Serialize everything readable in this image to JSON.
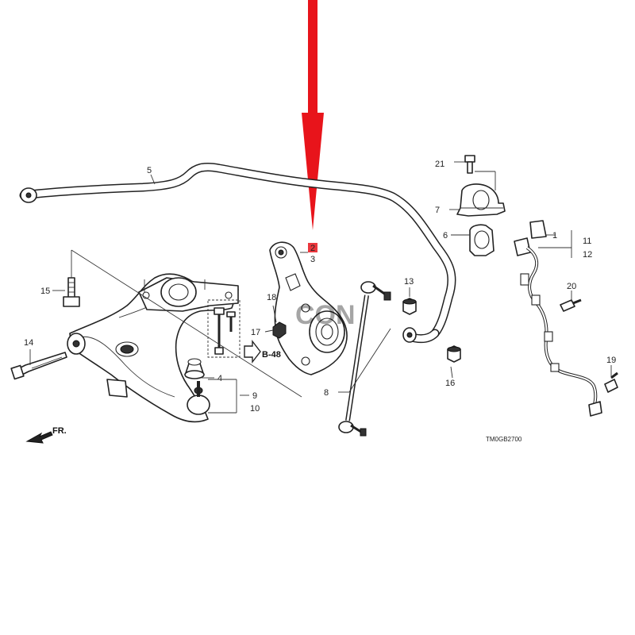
{
  "diagram": {
    "code": "TM0GB2700",
    "watermark": "CON",
    "direction_label": "FR.",
    "reference_label": "B-48",
    "accent_color": "#e8141b",
    "callouts": {
      "c1": "1",
      "c2": "2",
      "c3": "3",
      "c4": "4",
      "c5": "5",
      "c6": "6",
      "c7": "7",
      "c8": "8",
      "c9": "9",
      "c10": "10",
      "c11": "11",
      "c12": "12",
      "c13": "13",
      "c14": "14",
      "c15": "15",
      "c16": "16",
      "c17": "17",
      "c18": "18",
      "c19": "19",
      "c20": "20",
      "c21": "21"
    }
  }
}
